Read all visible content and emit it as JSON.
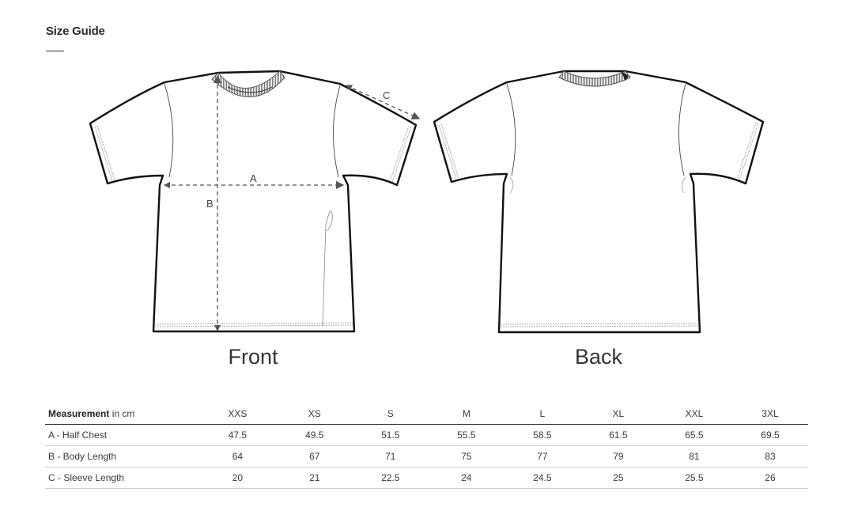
{
  "header": {
    "title": "Size Guide"
  },
  "diagrams": {
    "front": {
      "label": "Front",
      "markers": {
        "a": "A",
        "b": "B",
        "c": "C"
      }
    },
    "back": {
      "label": "Back"
    }
  },
  "table": {
    "header_label_bold": "Measurement",
    "header_label_unit": " in cm",
    "sizes": [
      "XXS",
      "XS",
      "S",
      "M",
      "L",
      "XL",
      "XXL",
      "3XL"
    ],
    "rows": [
      {
        "label": "A - Half Chest",
        "values": [
          "47.5",
          "49.5",
          "51.5",
          "55.5",
          "58.5",
          "61.5",
          "65.5",
          "69.5"
        ]
      },
      {
        "label": "B - Body Length",
        "values": [
          "64",
          "67",
          "71",
          "75",
          "77",
          "79",
          "81",
          "83"
        ]
      },
      {
        "label": "C - Sleeve Length",
        "values": [
          "20",
          "21",
          "22.5",
          "24",
          "24.5",
          "25",
          "25.5",
          "26"
        ]
      }
    ]
  }
}
